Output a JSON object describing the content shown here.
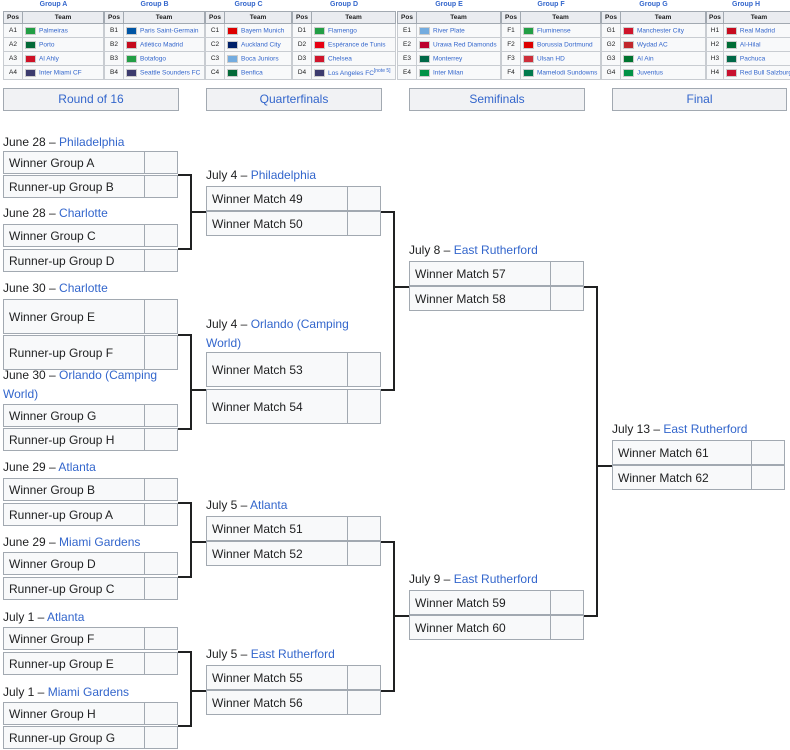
{
  "groups": [
    {
      "title": "Group A",
      "pos_header": "Pos",
      "team_header": "Team",
      "rows": [
        {
          "pos": "A1",
          "team": "Palmeiras",
          "flag": "#229e45"
        },
        {
          "pos": "A2",
          "team": "Porto",
          "flag": "#046a38"
        },
        {
          "pos": "A3",
          "team": "Al Ahly",
          "flag": "#ce1126"
        },
        {
          "pos": "A4",
          "team": "Inter Miami CF",
          "flag": "#3c3b6e"
        }
      ]
    },
    {
      "title": "Group B",
      "pos_header": "Pos",
      "team_header": "Team",
      "rows": [
        {
          "pos": "B1",
          "team": "Paris Saint-Germain",
          "flag": "#0055a4"
        },
        {
          "pos": "B2",
          "team": "Atlético Madrid",
          "flag": "#c60b1e"
        },
        {
          "pos": "B3",
          "team": "Botafogo",
          "flag": "#229e45"
        },
        {
          "pos": "B4",
          "team": "Seattle Sounders FC",
          "flag": "#3c3b6e"
        }
      ]
    },
    {
      "title": "Group C",
      "pos_header": "Pos",
      "team_header": "Team",
      "rows": [
        {
          "pos": "C1",
          "team": "Bayern Munich",
          "flag": "#dd0000"
        },
        {
          "pos": "C2",
          "team": "Auckland City",
          "flag": "#012169"
        },
        {
          "pos": "C3",
          "team": "Boca Juniors",
          "flag": "#74acdf"
        },
        {
          "pos": "C4",
          "team": "Benfica",
          "flag": "#046a38"
        }
      ]
    },
    {
      "title": "Group D",
      "pos_header": "Pos",
      "team_header": "Team",
      "rows": [
        {
          "pos": "D1",
          "team": "Flamengo",
          "flag": "#229e45"
        },
        {
          "pos": "D2",
          "team": "Espérance de Tunis",
          "flag": "#e70013"
        },
        {
          "pos": "D3",
          "team": "Chelsea",
          "flag": "#cf142b"
        },
        {
          "pos": "D4",
          "team": "Los Angeles FC",
          "note": "[note 5]",
          "flag": "#3c3b6e"
        }
      ]
    },
    {
      "title": "Group E",
      "pos_header": "Pos",
      "team_header": "Team",
      "rows": [
        {
          "pos": "E1",
          "team": "River Plate",
          "flag": "#74acdf"
        },
        {
          "pos": "E2",
          "team": "Urawa Red Diamonds",
          "flag": "#bc002d"
        },
        {
          "pos": "E3",
          "team": "Monterrey",
          "flag": "#006847"
        },
        {
          "pos": "E4",
          "team": "Inter Milan",
          "flag": "#009246"
        }
      ]
    },
    {
      "title": "Group F",
      "pos_header": "Pos",
      "team_header": "Team",
      "rows": [
        {
          "pos": "F1",
          "team": "Fluminense",
          "flag": "#229e45"
        },
        {
          "pos": "F2",
          "team": "Borussia Dortmund",
          "flag": "#dd0000"
        },
        {
          "pos": "F3",
          "team": "Ulsan HD",
          "flag": "#cd2e3a"
        },
        {
          "pos": "F4",
          "team": "Mamelodi Sundowns",
          "flag": "#007a4d"
        }
      ]
    },
    {
      "title": "Group G",
      "pos_header": "Pos",
      "team_header": "Team",
      "rows": [
        {
          "pos": "G1",
          "team": "Manchester City",
          "flag": "#cf142b"
        },
        {
          "pos": "G2",
          "team": "Wydad AC",
          "flag": "#c1272d"
        },
        {
          "pos": "G3",
          "team": "Al Ain",
          "flag": "#00732f"
        },
        {
          "pos": "G4",
          "team": "Juventus",
          "flag": "#009246"
        }
      ]
    },
    {
      "title": "Group H",
      "pos_header": "Pos",
      "team_header": "Team",
      "rows": [
        {
          "pos": "H1",
          "team": "Real Madrid",
          "flag": "#c60b1e"
        },
        {
          "pos": "H2",
          "team": "Al-Hilal",
          "flag": "#006c35"
        },
        {
          "pos": "H3",
          "team": "Pachuca",
          "flag": "#006847"
        },
        {
          "pos": "H4",
          "team": "Red Bull Salzburg",
          "flag": "#c8102e"
        }
      ]
    }
  ],
  "rounds": [
    "Round of 16",
    "Quarterfinals",
    "Semifinals",
    "Final"
  ],
  "matches": [
    {
      "date": "June 28 – ",
      "venue": "Philadelphia",
      "t1": "Winner Group A",
      "t2": "Runner-up Group B"
    },
    {
      "date": "June 28 – ",
      "venue": "Charlotte",
      "t1": "Winner Group C",
      "t2": "Runner-up Group D"
    },
    {
      "date": "June 30 – ",
      "venue": "Charlotte",
      "t1": "Winner Group E",
      "t2": "Runner-up Group F"
    },
    {
      "date": "June 30 – ",
      "venue": "Orlando (Camping World)",
      "t1": "Winner Group G",
      "t2": "Runner-up Group H"
    },
    {
      "date": "June 29 – ",
      "venue": "Atlanta",
      "t1": "Winner Group B",
      "t2": "Runner-up Group A"
    },
    {
      "date": "June 29 – ",
      "venue": "Miami Gardens",
      "t1": "Winner Group D",
      "t2": "Runner-up Group C"
    },
    {
      "date": "July 1 – ",
      "venue": "Atlanta",
      "t1": "Winner Group F",
      "t2": "Runner-up Group E"
    },
    {
      "date": "July 1 – ",
      "venue": "Miami Gardens",
      "t1": "Winner Group H",
      "t2": "Runner-up Group G"
    },
    {
      "date": "July 4 – ",
      "venue": "Philadelphia",
      "t1": "Winner Match 49",
      "t2": "Winner Match 50"
    },
    {
      "date": "July 4 – ",
      "venue": "Orlando (Camping World)",
      "t1": "Winner Match 53",
      "t2": "Winner Match 54"
    },
    {
      "date": "July 5 – ",
      "venue": "Atlanta",
      "t1": "Winner Match 51",
      "t2": "Winner Match 52"
    },
    {
      "date": "July 5 – ",
      "venue": "East Rutherford",
      "t1": "Winner Match 55",
      "t2": "Winner Match 56"
    },
    {
      "date": "July 8 – ",
      "venue": "East Rutherford",
      "t1": "Winner Match 57",
      "t2": "Winner Match 58"
    },
    {
      "date": "July 9 – ",
      "venue": "East Rutherford",
      "t1": "Winner Match 59",
      "t2": "Winner Match 60"
    },
    {
      "date": "July 13 – ",
      "venue": "East Rutherford",
      "t1": "Winner Match 61",
      "t2": "Winner Match 62"
    }
  ]
}
